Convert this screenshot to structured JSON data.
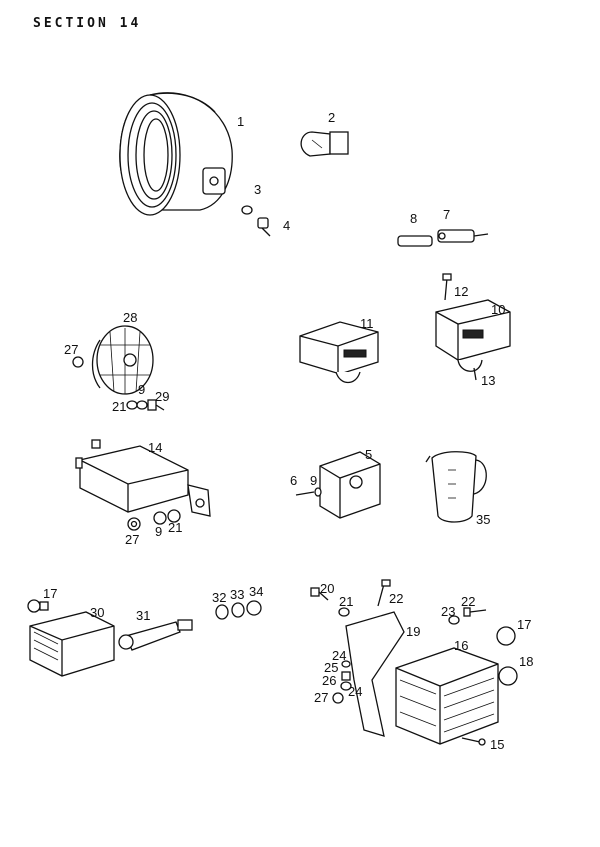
{
  "header": {
    "title": "SECTION 14"
  },
  "labels": {
    "n1": "1",
    "n2": "2",
    "n3": "3",
    "n4": "4",
    "n7": "7",
    "n8": "8",
    "n12": "12",
    "n10": "10",
    "n11": "11",
    "n13": "13",
    "n28": "28",
    "n27a": "27",
    "n9a": "9",
    "n21a": "21",
    "n29": "29",
    "n14": "14",
    "n27b": "27",
    "n9b": "9",
    "n21b": "21",
    "n5": "5",
    "n6": "6",
    "n9c": "9",
    "n35": "35",
    "n17a": "17",
    "n30": "30",
    "n31": "31",
    "n32": "32",
    "n33": "33",
    "n34": "34",
    "n20": "20",
    "n21c": "21",
    "n22a": "22",
    "n23": "23",
    "n22b": "22",
    "n17b": "17",
    "n19": "19",
    "n16": "16",
    "n24a": "24",
    "n25": "25",
    "n26": "26",
    "n24b": "24",
    "n27c": "27",
    "n18": "18",
    "n15": "15"
  }
}
